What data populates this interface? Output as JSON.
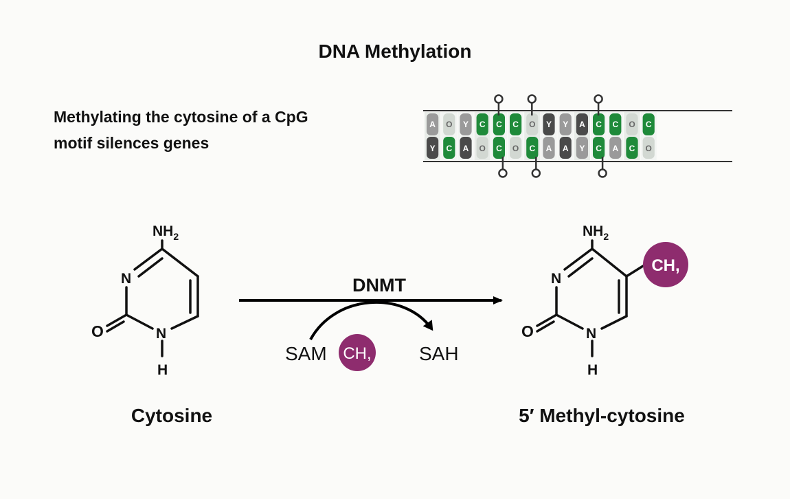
{
  "title": "DNA Methylation",
  "subtitle_line1": "Methylating the cytosine of a CpG",
  "subtitle_line2": "motif silences genes",
  "colors": {
    "methyl": "#8e2c6e",
    "cpg_green": "#1f8a3a",
    "dark_gray": "#4a4a4a",
    "mid_gray": "#9a9a9a",
    "light_gray": "#d2d8d2",
    "arrow": "#000000"
  },
  "dna_strand": {
    "top_bases": [
      "A",
      "O",
      "Y",
      "C",
      "C",
      "C",
      "O",
      "Y",
      "Y",
      "A",
      "C",
      "C",
      "O",
      "C"
    ],
    "bottom_bases": [
      "Y",
      "C",
      "A",
      "O",
      "C",
      "O",
      "C",
      "A",
      "A",
      "Y",
      "C",
      "A",
      "C",
      "O"
    ],
    "top_methylated_columns": [
      4,
      6,
      10
    ],
    "bottom_methylated_columns": [
      4,
      6,
      10
    ]
  },
  "cytosine": {
    "name": "Cytosine",
    "nh2": "NH",
    "nh2_sub": "2",
    "n_ring": "N",
    "n_h": "N",
    "h": "H",
    "o": "O"
  },
  "methylcytosine": {
    "name": "5′ Methyl-cytosine",
    "nh2": "NH",
    "nh2_sub": "2",
    "n_ring": "N",
    "n_h": "N",
    "h": "H",
    "o": "O",
    "methyl_label": "CH,"
  },
  "reaction": {
    "enzyme": "DNMT",
    "donor": "SAM",
    "donor_methyl": "CH,",
    "product": "SAH"
  }
}
